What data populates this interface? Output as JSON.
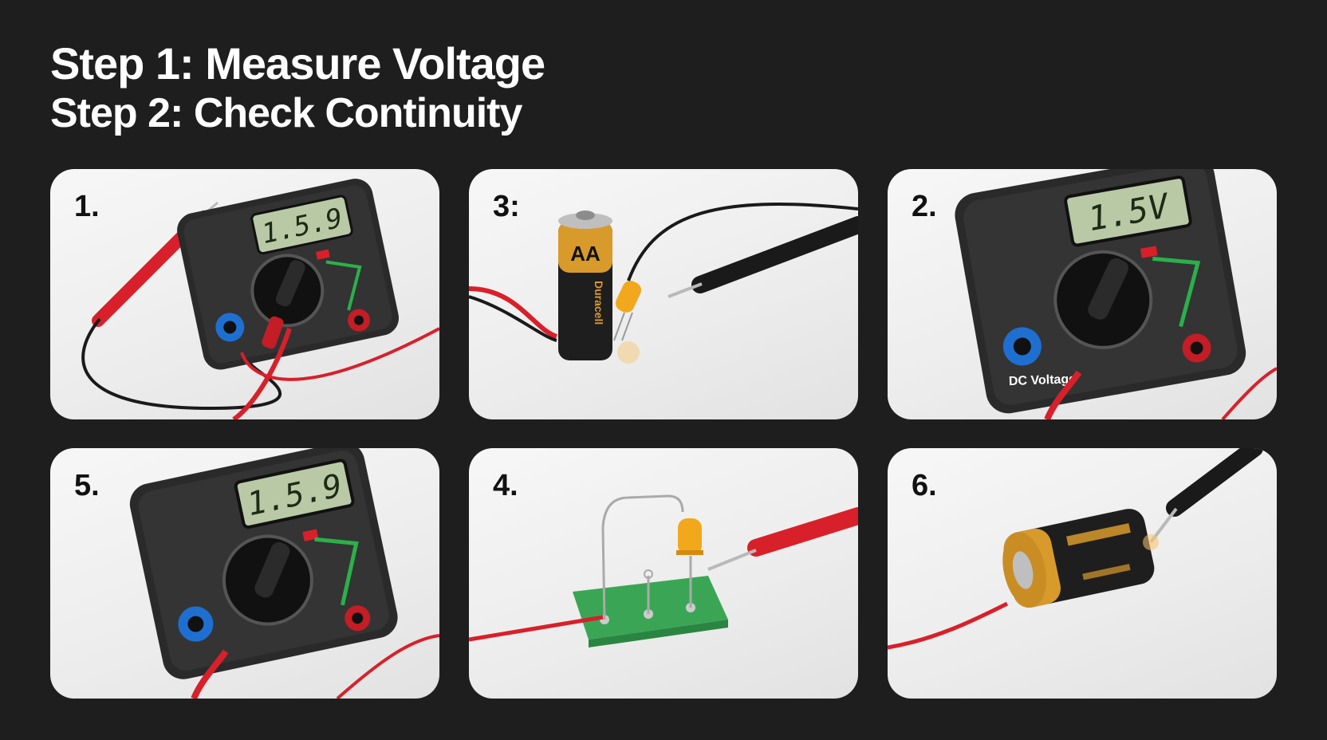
{
  "header": {
    "title_line1": "Step 1: Measure Voltage",
    "title_line2": "Step 2: Check Continuity"
  },
  "panels": [
    {
      "number": "1.",
      "scene": "multimeter",
      "display": "1.5.9"
    },
    {
      "number": "3:",
      "scene": "battery-led",
      "battery_label": "AA",
      "battery_side_text": "Duracell"
    },
    {
      "number": "2.",
      "scene": "multimeter",
      "display": "1.5V",
      "mode_label": "DC Voltage"
    },
    {
      "number": "5.",
      "scene": "multimeter",
      "display": "1.5.9"
    },
    {
      "number": "4.",
      "scene": "led-board"
    },
    {
      "number": "6.",
      "scene": "battery-probe"
    }
  ],
  "colors": {
    "background": "#1e1e1e",
    "panel": "#efefef",
    "probe_red": "#d8202a",
    "probe_black": "#1a1a1a",
    "lcd": "#b9c9a6",
    "battery_gold": "#d89a2b",
    "pcb_green": "#3aa655",
    "led_amber": "#f2a81d"
  }
}
